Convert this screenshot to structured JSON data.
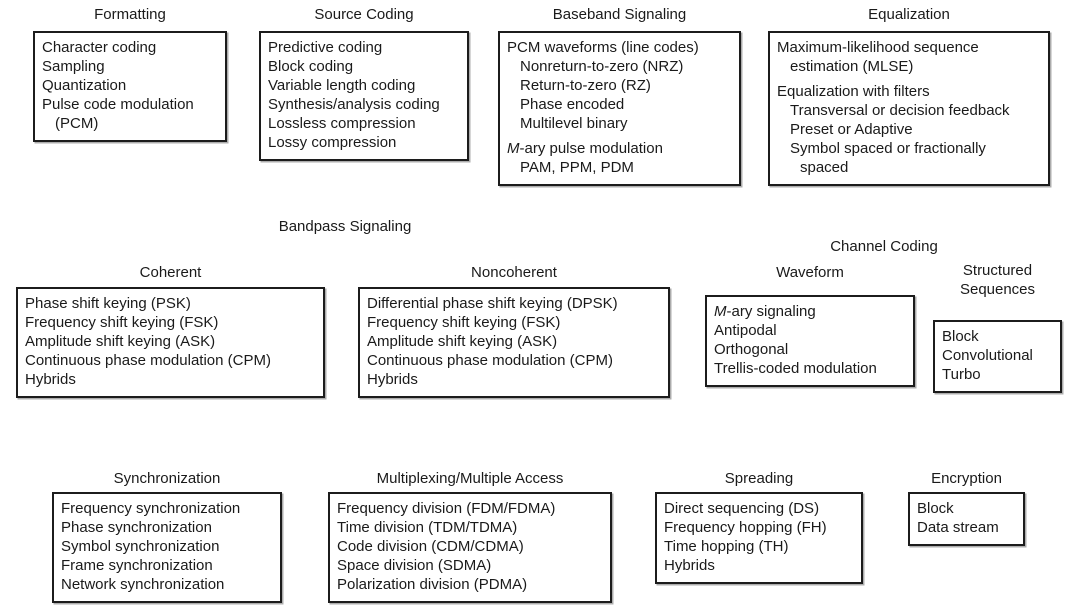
{
  "colors": {
    "ink": "#1a1a1a",
    "background": "#ffffff"
  },
  "section_headings": {
    "bandpass": "Bandpass Signaling",
    "channel_coding": "Channel Coding"
  },
  "groups": {
    "formatting": {
      "title": "Formatting",
      "items": [
        {
          "t": "Character coding"
        },
        {
          "t": "Sampling"
        },
        {
          "t": "Quantization"
        },
        {
          "t": "Pulse code modulation"
        },
        {
          "t": "(PCM)",
          "in": 1
        }
      ]
    },
    "source_coding": {
      "title": "Source Coding",
      "items": [
        {
          "t": "Predictive coding"
        },
        {
          "t": "Block coding"
        },
        {
          "t": "Variable length coding"
        },
        {
          "t": "Synthesis/analysis coding"
        },
        {
          "t": "Lossless compression"
        },
        {
          "t": "Lossy compression"
        }
      ]
    },
    "baseband_signaling": {
      "title": "Baseband Signaling",
      "items": [
        {
          "t": "PCM waveforms (line codes)"
        },
        {
          "t": "Nonreturn-to-zero (NRZ)",
          "in": 1
        },
        {
          "t": "Return-to-zero (RZ)",
          "in": 1
        },
        {
          "t": "Phase encoded",
          "in": 1
        },
        {
          "t": "Multilevel binary",
          "in": 1
        },
        {
          "t": "M-ary pulse modulation",
          "im": true,
          "gap": true
        },
        {
          "t": "PAM, PPM, PDM",
          "in": 1
        }
      ]
    },
    "equalization": {
      "title": "Equalization",
      "items": [
        {
          "t": "Maximum-likelihood sequence"
        },
        {
          "t": "estimation (MLSE)",
          "in": 1
        },
        {
          "t": "Equalization with filters",
          "gap": true
        },
        {
          "t": "Transversal or decision feedback",
          "in": 1
        },
        {
          "t": "Preset or Adaptive",
          "in": 1
        },
        {
          "t": "Symbol spaced or fractionally",
          "in": 1
        },
        {
          "t": "spaced",
          "in": 2
        }
      ]
    },
    "coherent": {
      "title": "Coherent",
      "items": [
        {
          "t": "Phase shift keying (PSK)"
        },
        {
          "t": "Frequency shift keying (FSK)"
        },
        {
          "t": "Amplitude shift keying (ASK)"
        },
        {
          "t": "Continuous phase modulation (CPM)"
        },
        {
          "t": "Hybrids"
        }
      ]
    },
    "noncoherent": {
      "title": "Noncoherent",
      "items": [
        {
          "t": "Differential phase shift keying (DPSK)"
        },
        {
          "t": "Frequency shift keying (FSK)"
        },
        {
          "t": "Amplitude shift keying (ASK)"
        },
        {
          "t": "Continuous phase modulation (CPM)"
        },
        {
          "t": "Hybrids"
        }
      ]
    },
    "waveform": {
      "title": "Waveform",
      "items": [
        {
          "t": "M-ary signaling",
          "im": true
        },
        {
          "t": "Antipodal"
        },
        {
          "t": "Orthogonal"
        },
        {
          "t": "Trellis-coded modulation"
        }
      ]
    },
    "structured_sequences": {
      "title": "Structured Sequences",
      "items": [
        {
          "t": "Block"
        },
        {
          "t": "Convolutional"
        },
        {
          "t": "Turbo"
        }
      ]
    },
    "synchronization": {
      "title": "Synchronization",
      "items": [
        {
          "t": "Frequency synchronization"
        },
        {
          "t": "Phase synchronization"
        },
        {
          "t": "Symbol synchronization"
        },
        {
          "t": "Frame synchronization"
        },
        {
          "t": "Network synchronization"
        }
      ]
    },
    "multiplexing": {
      "title": "Multiplexing/Multiple Access",
      "items": [
        {
          "t": "Frequency division (FDM/FDMA)"
        },
        {
          "t": "Time division (TDM/TDMA)"
        },
        {
          "t": "Code division (CDM/CDMA)"
        },
        {
          "t": "Space division (SDMA)"
        },
        {
          "t": "Polarization division (PDMA)"
        }
      ]
    },
    "spreading": {
      "title": "Spreading",
      "items": [
        {
          "t": "Direct sequencing (DS)"
        },
        {
          "t": "Frequency hopping (FH)"
        },
        {
          "t": "Time hopping (TH)"
        },
        {
          "t": "Hybrids"
        }
      ]
    },
    "encryption": {
      "title": "Encryption",
      "items": [
        {
          "t": "Block"
        },
        {
          "t": "Data stream"
        }
      ]
    }
  }
}
